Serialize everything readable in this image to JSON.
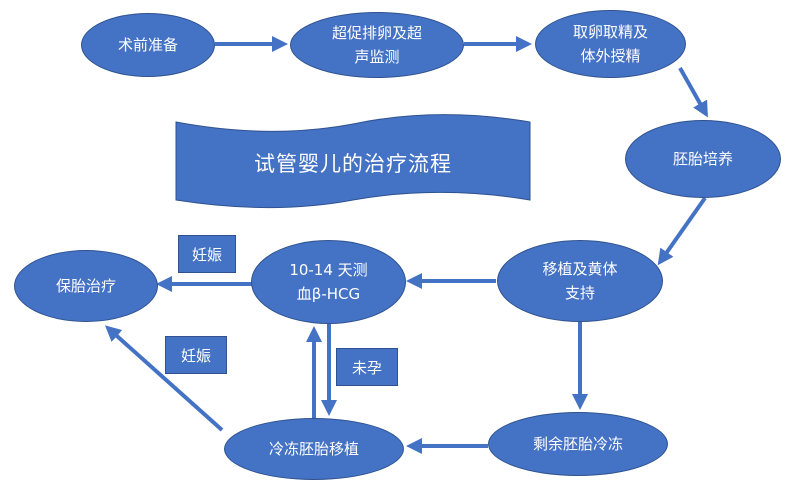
{
  "title": "试管婴儿的治疗流程",
  "nodes": {
    "preop": "术前准备",
    "stim": "超促排卵及超\n声监测",
    "retrieval": "取卵取精及\n体外授精",
    "culture": "胚胎培养",
    "transfer": "移植及黄体\n支持",
    "hcg": "10-14 天测\n血β-HCG",
    "protect": "保胎治疗",
    "surplus": "剩余胚胎冷冻",
    "frozen": "冷冻胚胎移植"
  },
  "tags": {
    "pregnant_top": "妊娠",
    "pregnant_left": "妊娠",
    "not_pregnant": "未孕"
  },
  "colors": {
    "node_fill": "#4472c4",
    "node_border": "#2f528f",
    "arrow": "#4472c4"
  }
}
